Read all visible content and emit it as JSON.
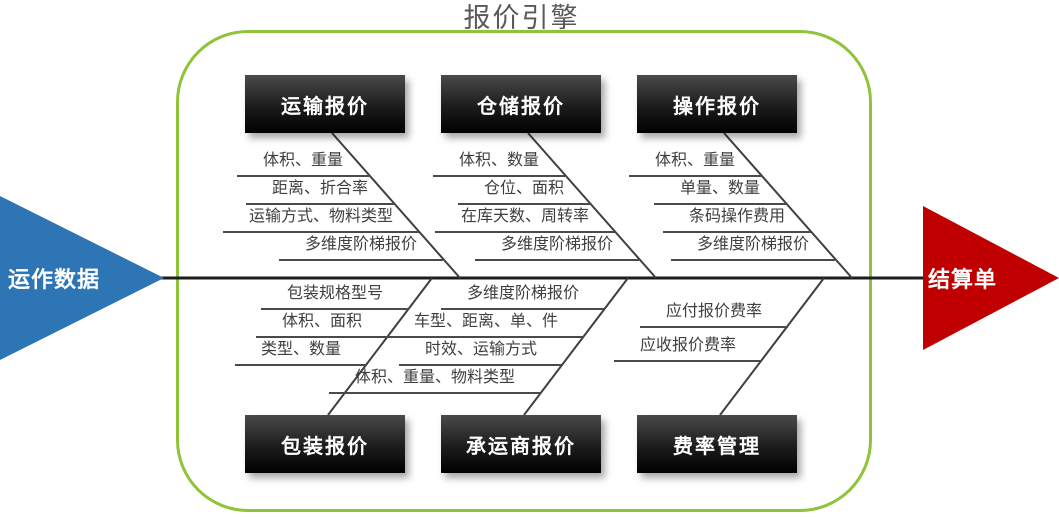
{
  "title": "报价引擎",
  "input_arrow": {
    "label": "运作数据"
  },
  "output_arrow": {
    "label": "结算单"
  },
  "branches": [
    {
      "id": "transport",
      "label": "运输报价",
      "side": "top",
      "items": [
        "体积、重量",
        "距离、折合率",
        "运输方式、物料类型",
        "多维度阶梯报价"
      ]
    },
    {
      "id": "warehouse",
      "label": "仓储报价",
      "side": "top",
      "items": [
        "体积、数量",
        "仓位、面积",
        "在库天数、周转率",
        "多维度阶梯报价"
      ]
    },
    {
      "id": "operation",
      "label": "操作报价",
      "side": "top",
      "items": [
        "体积、重量",
        "单量、数量",
        "条码操作费用",
        "多维度阶梯报价"
      ]
    },
    {
      "id": "packaging",
      "label": "包装报价",
      "side": "bottom",
      "items": [
        "包装规格型号",
        "体积、面积",
        "类型、数量"
      ]
    },
    {
      "id": "carrier",
      "label": "承运商报价",
      "side": "bottom",
      "items": [
        "多维度阶梯报价",
        "车型、距离、单、件",
        "时效、运输方式",
        "体积、重量、物料类型"
      ]
    },
    {
      "id": "rate",
      "label": "费率管理",
      "side": "bottom",
      "items": [
        "应付报价费率",
        "应收报价费率"
      ]
    }
  ],
  "colors": {
    "input_arrow": "#2E75B6",
    "output_arrow": "#C00000",
    "frame_border": "#8FC33A",
    "spine": "#1c1c1c",
    "branch_line": "#3f3f3f",
    "box_background": "#000000",
    "box_text": "#ffffff",
    "item_text": "#3f3f3f",
    "title_text": "#595959"
  }
}
